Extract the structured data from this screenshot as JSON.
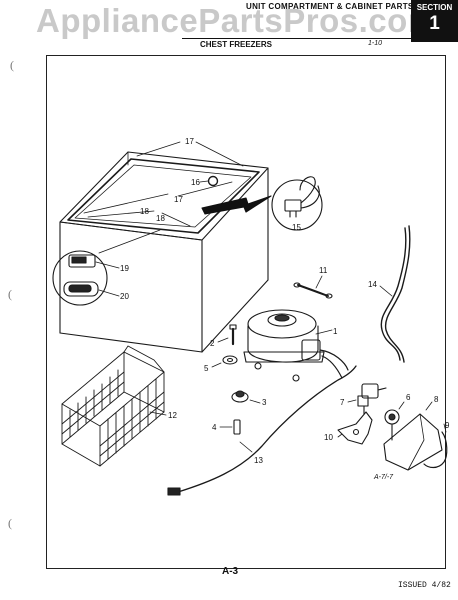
{
  "watermark": "AppliancePartsPros.com",
  "header": {
    "title": "UNIT COMPARTMENT & CABINET PARTS",
    "section_label": "SECTION",
    "section_number": "1",
    "subtitle": "CHEST FREEZERS",
    "page_ref": "1-10"
  },
  "diagram": {
    "code": "A-7/-7",
    "callouts": [
      "1",
      "2",
      "3",
      "4",
      "5",
      "6",
      "7",
      "8",
      "9",
      "10",
      "11",
      "12",
      "13",
      "14",
      "15",
      "16",
      "17",
      "17",
      "18",
      "18",
      "19",
      "20"
    ]
  },
  "footer": {
    "page": "A-3",
    "issued": "ISSUED 4/82"
  }
}
